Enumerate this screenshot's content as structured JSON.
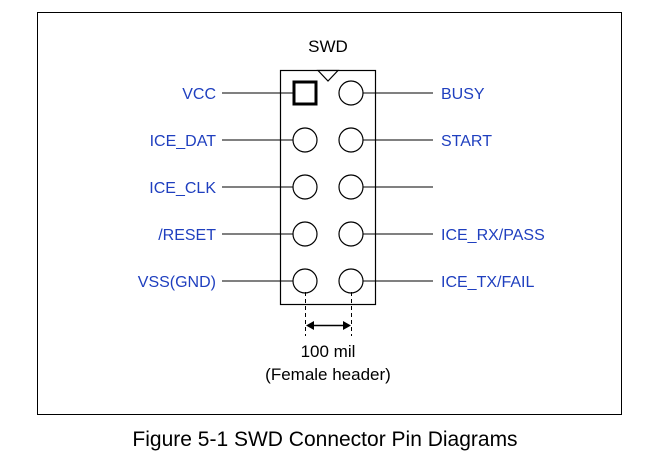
{
  "diagram": {
    "title": "SWD",
    "dimension_label": "100 mil",
    "connector_type": "(Female header)",
    "left_pins": [
      "VCC",
      "ICE_DAT",
      "ICE_CLK",
      "/RESET",
      "VSS(GND)"
    ],
    "right_pins": [
      "BUSY",
      "START",
      "",
      "ICE_RX/PASS",
      "ICE_TX/FAIL"
    ]
  },
  "caption": "Figure 5-1 SWD Connector Pin Diagrams",
  "colors": {
    "label": "#1f3fbf",
    "line": "#000000"
  }
}
